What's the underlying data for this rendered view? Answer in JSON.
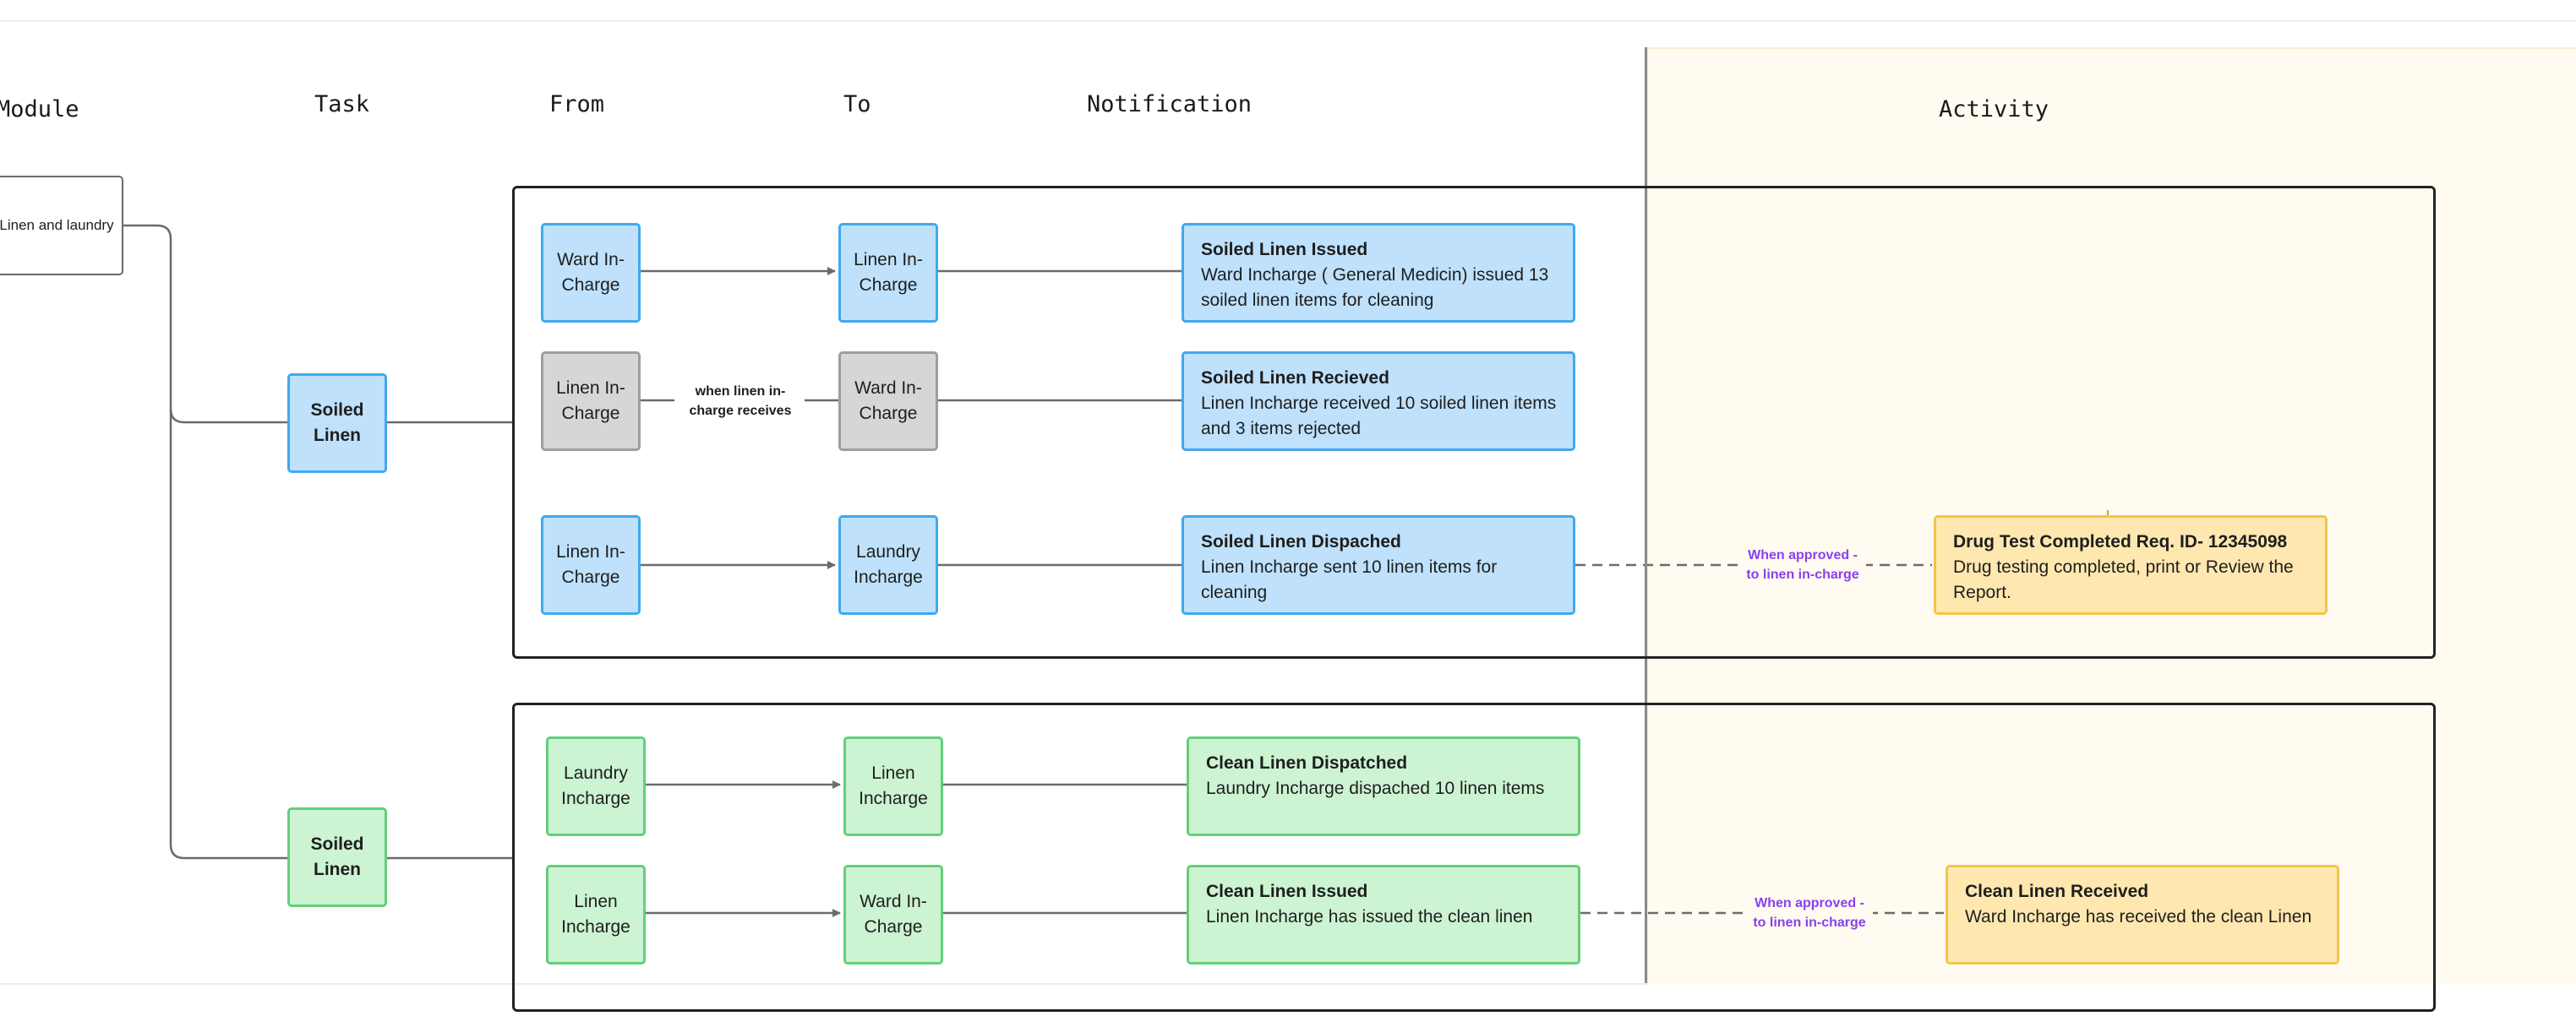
{
  "headers": {
    "module": "Module",
    "task": "Task",
    "from": "From",
    "to": "To",
    "notification": "Notification",
    "activity": "Activity"
  },
  "module_node": {
    "label": "Linen and laundry"
  },
  "tasks": [
    {
      "label": "Soiled Linen",
      "color": "#bfe1fb"
    },
    {
      "label": "Soiled Linen",
      "color": "#ccf3d2"
    }
  ],
  "groups": [
    {
      "rows": [
        {
          "from": "Ward In-Charge",
          "to": "Linen In-Charge",
          "edge_label": "",
          "notification": {
            "title": "Soiled Linen Issued",
            "body": "Ward Incharge ( General Medicin) issued 13 soiled linen items for cleaning"
          }
        },
        {
          "from": "Linen In-Charge",
          "to": "Ward In-Charge",
          "edge_label": "when linen in-charge receives",
          "notification": {
            "title": "Soiled Linen Recieved",
            "body": "Linen Incharge received 10 soiled linen items and 3 items rejected"
          }
        },
        {
          "from": "Linen In-Charge",
          "to": "Laundry Incharge",
          "edge_label": "",
          "notification": {
            "title": "Soiled Linen Dispached",
            "body": "Linen Incharge sent 10 linen items for cleaning"
          },
          "activity_edge_label": "When approved - to linen in-charge",
          "activity": {
            "title": "Drug Test Completed Req. ID- 12345098",
            "body": "Drug testing completed, print or Review the Report."
          }
        }
      ]
    },
    {
      "rows": [
        {
          "from": "Laundry Incharge",
          "to": "Linen Incharge",
          "edge_label": "",
          "notification": {
            "title": "Clean Linen Dispatched",
            "body": "Laundry Incharge dispached 10 linen items"
          }
        },
        {
          "from": "Linen Incharge",
          "to": "Ward In-Charge",
          "edge_label": "",
          "notification": {
            "title": "Clean Linen Issued",
            "body": "Linen Incharge has issued the clean linen"
          },
          "activity_edge_label": "When approved - to linen in-charge",
          "activity": {
            "title": "Clean Linen Received",
            "body": "Ward Incharge has received the clean Linen"
          }
        }
      ]
    }
  ],
  "colors": {
    "blue_fill": "#bfe1fb",
    "blue_border": "#3fa9ee",
    "grey_fill": "#d6d6d6",
    "green_fill": "#ccf3d2",
    "green_border": "#63cf7a",
    "yellow_fill": "#ffe8b0",
    "activity_panel": "#fffbf0",
    "purple_label": "#8a3ff0"
  }
}
